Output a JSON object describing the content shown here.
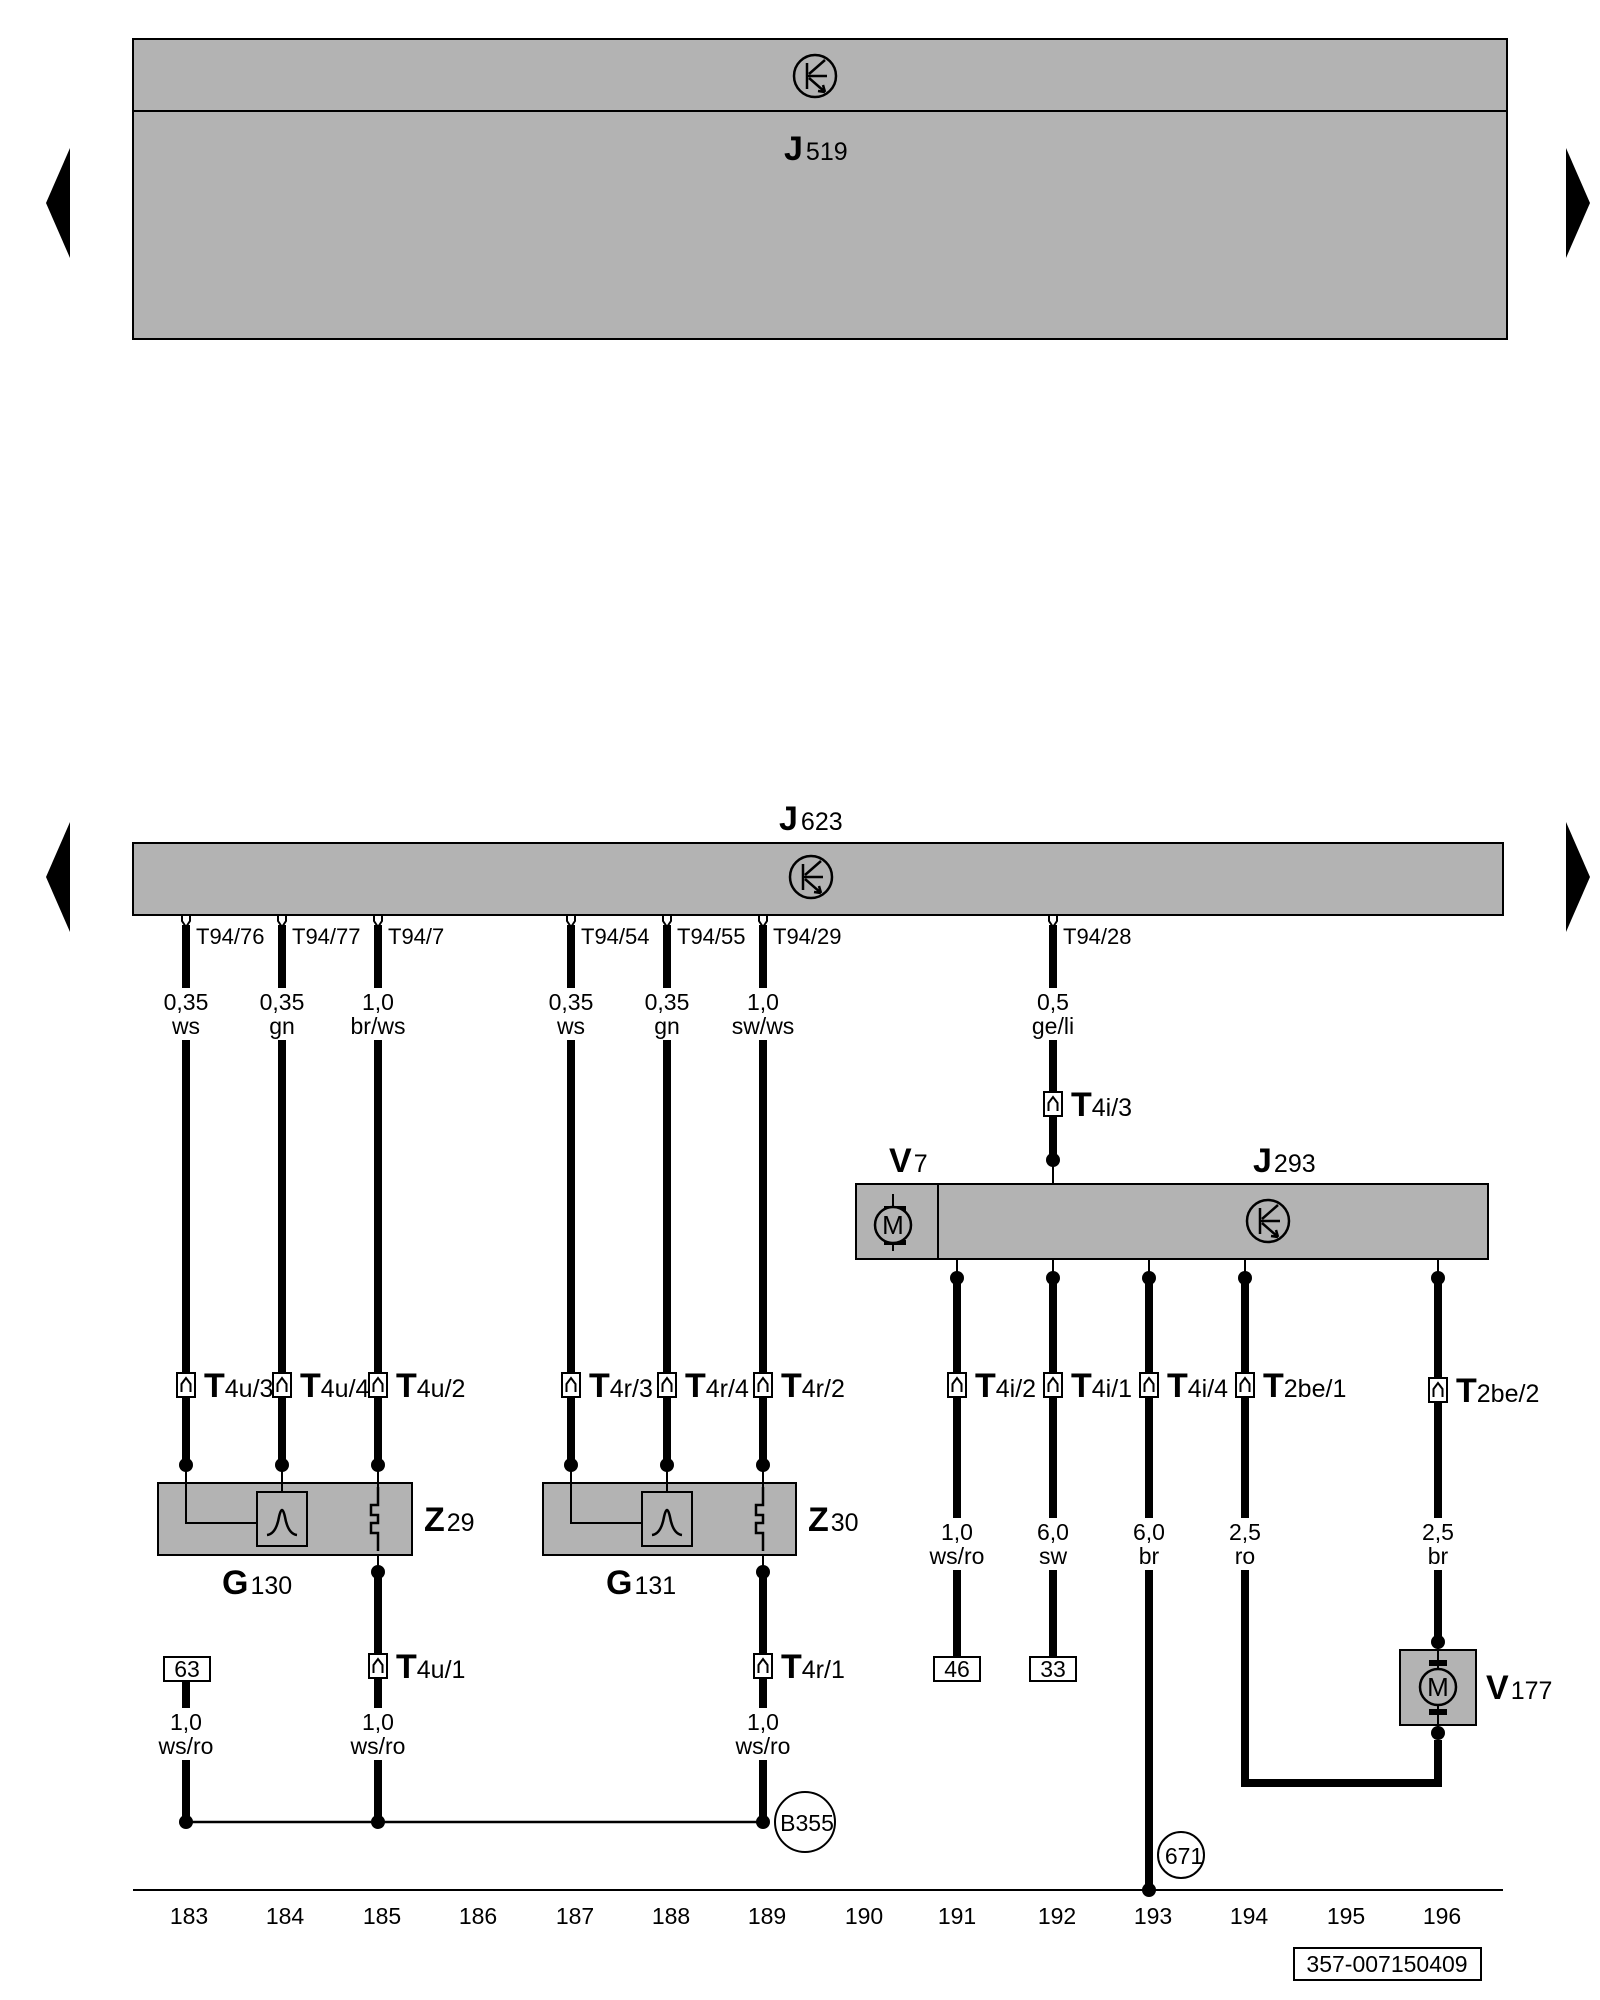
{
  "components": {
    "j519": {
      "letter": "J",
      "sub": "519"
    },
    "j623": {
      "letter": "J",
      "sub": "623"
    },
    "j293": {
      "letter": "J",
      "sub": "293"
    },
    "v7": {
      "letter": "V",
      "sub": "7"
    },
    "v177": {
      "letter": "V",
      "sub": "177"
    },
    "g130": {
      "letter": "G",
      "sub": "130"
    },
    "g131": {
      "letter": "G",
      "sub": "131"
    },
    "z29": {
      "letter": "Z",
      "sub": "29"
    },
    "z30": {
      "letter": "Z",
      "sub": "30"
    },
    "motor_symbol": "M"
  },
  "pins_j623": [
    {
      "label": "T94/76"
    },
    {
      "label": "T94/77"
    },
    {
      "label": "T94/7"
    },
    {
      "label": "T94/54"
    },
    {
      "label": "T94/55"
    },
    {
      "label": "T94/29"
    },
    {
      "label": "T94/28"
    }
  ],
  "wires": [
    {
      "size": "0,35",
      "color": "ws"
    },
    {
      "size": "0,35",
      "color": "gn"
    },
    {
      "size": "1,0",
      "color": "br/ws"
    },
    {
      "size": "0,35",
      "color": "ws"
    },
    {
      "size": "0,35",
      "color": "gn"
    },
    {
      "size": "1,0",
      "color": "sw/ws"
    },
    {
      "size": "0,5",
      "color": "ge/li"
    },
    {
      "size": "1,0",
      "color": "ws/ro"
    },
    {
      "size": "6,0",
      "color": "sw"
    },
    {
      "size": "6,0",
      "color": "br"
    },
    {
      "size": "2,5",
      "color": "ro"
    },
    {
      "size": "2,5",
      "color": "br"
    },
    {
      "size": "1,0",
      "color": "ws/ro"
    },
    {
      "size": "1,0",
      "color": "ws/ro"
    },
    {
      "size": "1,0",
      "color": "ws/ro"
    }
  ],
  "connectors": [
    {
      "main": "T",
      "sub": "4u/3"
    },
    {
      "main": "T",
      "sub": "4u/4"
    },
    {
      "main": "T",
      "sub": "4u/2"
    },
    {
      "main": "T",
      "sub": "4r/3"
    },
    {
      "main": "T",
      "sub": "4r/4"
    },
    {
      "main": "T",
      "sub": "4r/2"
    },
    {
      "main": "T",
      "sub": "4i/3"
    },
    {
      "main": "T",
      "sub": "4i/2"
    },
    {
      "main": "T",
      "sub": "4i/1"
    },
    {
      "main": "T",
      "sub": "4i/4"
    },
    {
      "main": "T",
      "sub": "2be/1"
    },
    {
      "main": "T",
      "sub": "2be/2"
    },
    {
      "main": "T",
      "sub": "4u/1"
    },
    {
      "main": "T",
      "sub": "4r/1"
    }
  ],
  "references": [
    "63",
    "46",
    "33"
  ],
  "ground_points": [
    "B355",
    "671"
  ],
  "track_numbers": [
    "183",
    "184",
    "185",
    "186",
    "187",
    "188",
    "189",
    "190",
    "191",
    "192",
    "193",
    "194",
    "195",
    "196"
  ],
  "diagram_id": "357-007150409"
}
